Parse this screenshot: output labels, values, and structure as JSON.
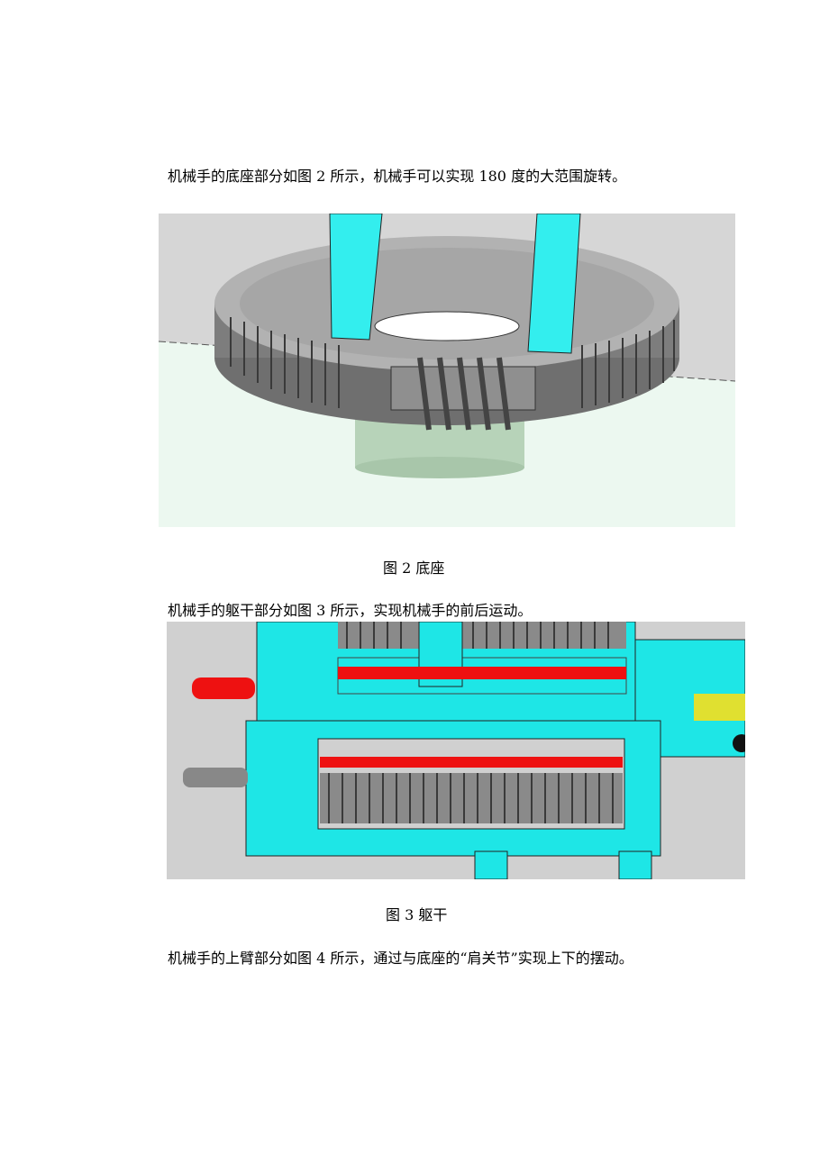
{
  "paragraphs": {
    "p1": "机械手的底座部分如图 2 所示，机械手可以实现 180 度的大范围旋转。",
    "p2": "机械手的躯干部分如图 3 所示，实现机械手的前后运动。",
    "p3": "机械手的上臂部分如图 4 所示，通过与底座的“肩关节”实现上下的摆动。"
  },
  "captions": {
    "fig2": "图 2  底座",
    "fig3": "图 3    躯干"
  },
  "figures": {
    "fig2_colors": {
      "background_upper": "#d4d4d4",
      "background_lower": "#ecf8f0",
      "gear": "#8c8c8c",
      "column": "#33eeee",
      "base": "#b7d3b9"
    },
    "fig3_colors": {
      "background": "#d0d0d0",
      "frame": "#1ee6e6",
      "rod": "#ee1111",
      "screw": "#8a8a8a"
    }
  }
}
